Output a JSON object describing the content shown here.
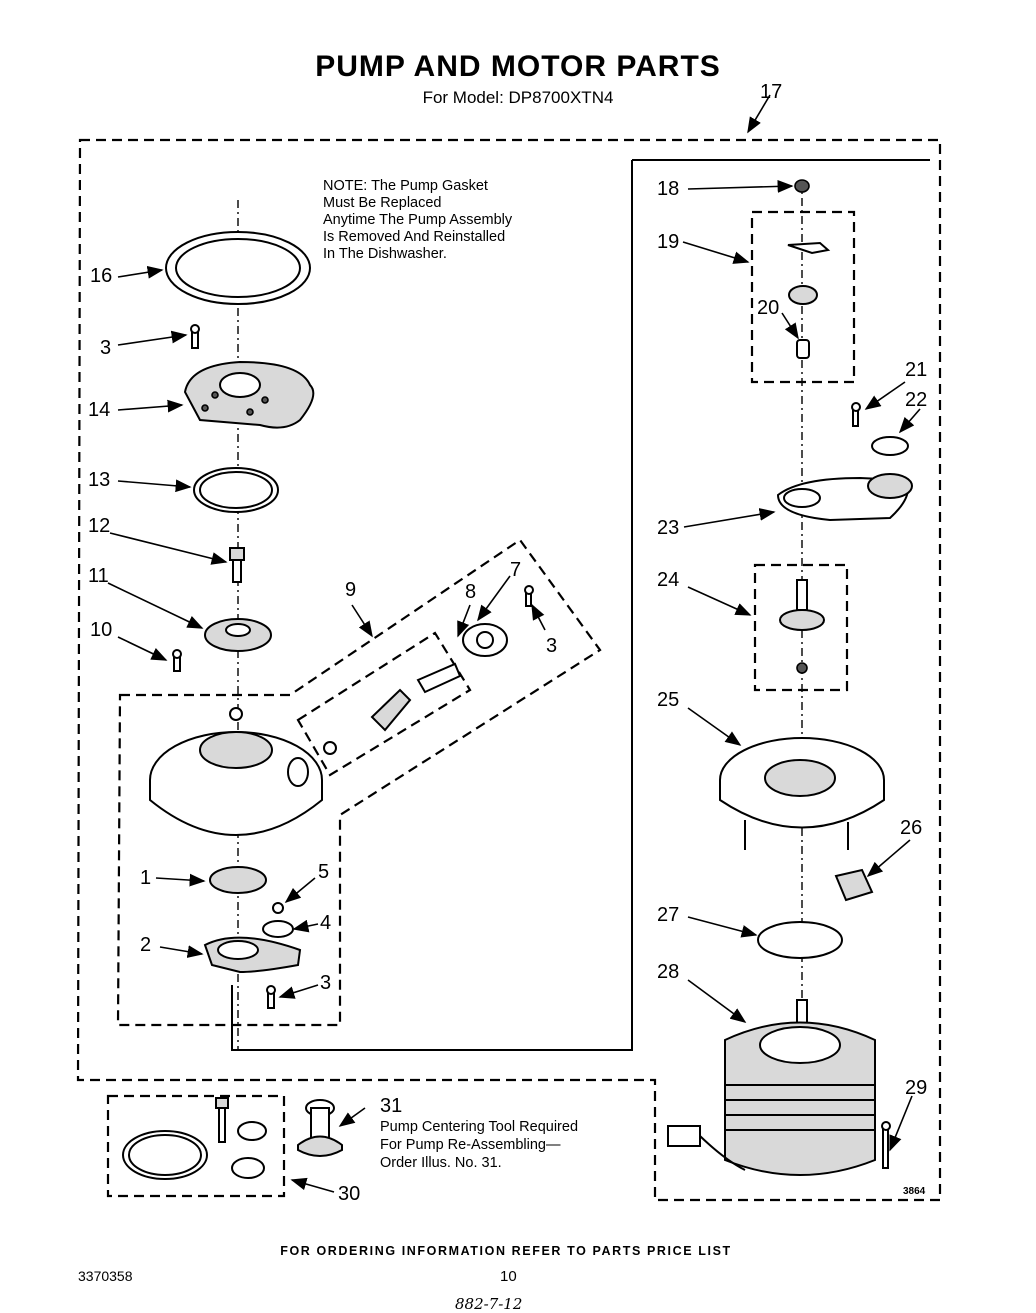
{
  "header": {
    "title": "PUMP AND MOTOR PARTS",
    "model": "For Model: DP8700XTN4"
  },
  "note": {
    "lines": [
      "NOTE: The Pump Gasket",
      "Must Be Replaced",
      "Anytime The Pump Assembly",
      "Is Removed And Reinstalled",
      "In The Dishwasher."
    ]
  },
  "tool_note": {
    "lines": [
      "Pump Centering Tool Required",
      "For Pump Re-Assembling—",
      "Order Illus. No. 31."
    ]
  },
  "callouts": {
    "c16": "16",
    "c3a": "3",
    "c14": "14",
    "c13": "13",
    "c12": "12",
    "c11": "11",
    "c10": "10",
    "c9": "9",
    "c8": "8",
    "c7": "7",
    "c3b": "3",
    "c1": "1",
    "c5": "5",
    "c4": "4",
    "c2": "2",
    "c3c": "3",
    "c17": "17",
    "c18": "18",
    "c19": "19",
    "c20": "20",
    "c21": "21",
    "c22": "22",
    "c23": "23",
    "c24": "24",
    "c25": "25",
    "c26": "26",
    "c27": "27",
    "c28": "28",
    "c29": "29",
    "c30": "30",
    "c31": "31"
  },
  "figure_code": "3864",
  "footer": {
    "ordering": "FOR ORDERING INFORMATION REFER TO PARTS PRICE LIST",
    "doc_number": "3370358",
    "page": "10",
    "handwritten": "882-7-12"
  }
}
